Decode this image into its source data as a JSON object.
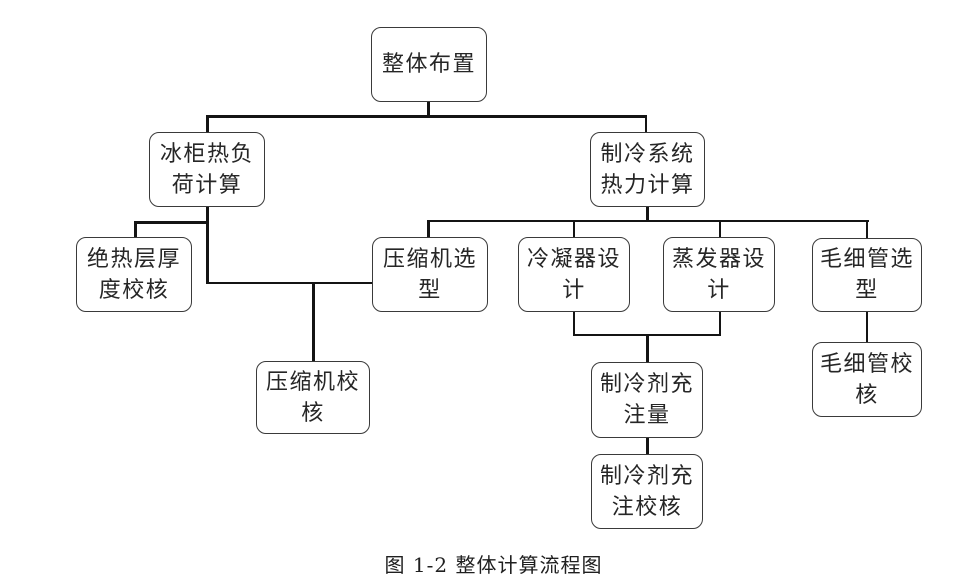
{
  "figure": {
    "caption": "图 1-2 整体计算流程图"
  },
  "flowchart": {
    "nodes": [
      {
        "id": "overall-layout",
        "label": "整体布置"
      },
      {
        "id": "freezer-heat-load",
        "label": "冰柜热负\n荷计算"
      },
      {
        "id": "refrigeration-system",
        "label": "制冷系统\n热力计算"
      },
      {
        "id": "insulation-thickness",
        "label": "绝热层厚\n度校核"
      },
      {
        "id": "compressor-selection",
        "label": "压缩机选\n型"
      },
      {
        "id": "condenser-design",
        "label": "冷凝器设\n计"
      },
      {
        "id": "evaporator-design",
        "label": "蒸发器设\n计"
      },
      {
        "id": "capillary-selection",
        "label": "毛细管选\n型"
      },
      {
        "id": "compressor-check",
        "label": "压缩机校\n核"
      },
      {
        "id": "refrigerant-charge",
        "label": "制冷剂充\n注量"
      },
      {
        "id": "capillary-check",
        "label": "毛细管校\n核"
      },
      {
        "id": "refrigerant-charge-check",
        "label": "制冷剂充\n注校核"
      }
    ],
    "edges": [
      {
        "from": "overall-layout",
        "to": "freezer-heat-load"
      },
      {
        "from": "overall-layout",
        "to": "refrigeration-system"
      },
      {
        "from": "freezer-heat-load",
        "to": "insulation-thickness"
      },
      {
        "from": "freezer-heat-load",
        "to": "compressor-check"
      },
      {
        "from": "freezer-heat-load",
        "to": "compressor-selection"
      },
      {
        "from": "refrigeration-system",
        "to": "compressor-selection"
      },
      {
        "from": "refrigeration-system",
        "to": "condenser-design"
      },
      {
        "from": "refrigeration-system",
        "to": "evaporator-design"
      },
      {
        "from": "refrigeration-system",
        "to": "capillary-selection"
      },
      {
        "from": "condenser-design",
        "to": "refrigerant-charge"
      },
      {
        "from": "evaporator-design",
        "to": "refrigerant-charge"
      },
      {
        "from": "refrigerant-charge",
        "to": "refrigerant-charge-check"
      },
      {
        "from": "capillary-selection",
        "to": "capillary-check"
      }
    ]
  },
  "colors": {
    "background": "#ffffff",
    "box_border": "#3a3a3a",
    "connector": "#141414",
    "text": "#262626"
  }
}
